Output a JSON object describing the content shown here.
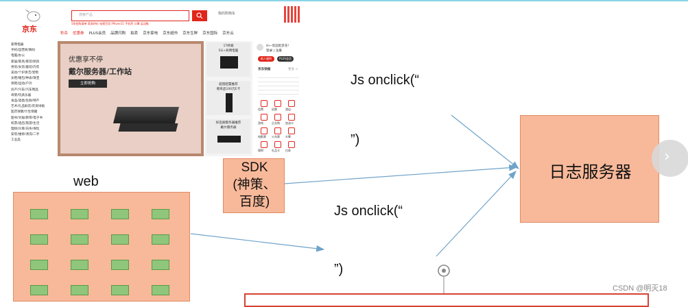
{
  "jd_screenshot": {
    "logo": "京东",
    "search_placeholder": "搜索产品",
    "cart_label": "我的购物车",
    "hot_words": "5折抢购清单  家具特价  电视百货  iPhone11  手机壳  口罩  运动鞋",
    "nav_items": [
      "秒杀",
      "优惠券",
      "PLUS会员",
      "品牌闪购",
      "拍卖",
      "京东家电",
      "京东超市",
      "京东生鲜",
      "京东国际",
      "京东云"
    ],
    "categories": [
      "家用电器",
      "手机/运营商/数码",
      "电脑/办公",
      "家居/家具/家装/厨具",
      "男装/女装/童装/内衣",
      "美妆/个护清洁/宠物",
      "女鞋/箱包/钟表/珠宝",
      "男鞋/运动/户外",
      "房产/汽车/汽车用品",
      "母婴/玩具乐器",
      "食品/酒类/生鲜/特产",
      "艺术/礼品鲜花/农资绿植",
      "医药保健/计生情趣",
      "图书/文娱/教育/电子书",
      "机票/酒店/旅游/生活",
      "理财/众筹/白条/保险",
      "安装/维修/清洗/二手",
      "工业品"
    ],
    "banner": {
      "title": "优惠享不停",
      "subtitle": "戴尔服务器/工作站",
      "button": "立即抢购"
    },
    "side_ads": [
      {
        "top": "1T终端",
        "bottom": "5G+商用电脑"
      },
      {
        "top": "超值配置推荐",
        "bottom": "赠单品100元E卡"
      },
      {
        "top": "好品质服务器推荐",
        "bottom": "戴尔服务器"
      }
    ],
    "user_panel": {
      "greeting": "Hi~欢迎逛京东!",
      "login": "登录 | 注册",
      "btn_new": "新人福利",
      "btn_plus": "PLUS会员",
      "news_title": "京东快报",
      "news_more": "更多 >"
    },
    "services": [
      "话费",
      "机票",
      "酒店",
      "游戏",
      "企业购",
      "加油卡",
      "电影票",
      "火车票",
      "众筹",
      "理财",
      "礼品卡",
      "白条"
    ]
  },
  "diagram": {
    "web_label": "web",
    "sdk_label_line1": "SDK",
    "sdk_label_line2": "(神策、",
    "sdk_label_line3": "百度)",
    "log_server_label": "日志服务器",
    "js_top_line1": "Js  onclick(“",
    "js_top_line2": "”)",
    "js_bottom_line1": "Js  onclick(“",
    "js_bottom_line2": "”)"
  },
  "watermark": "CSDN @明灭18",
  "next_button": "›",
  "colors": {
    "orange_fill": "#f8b99a",
    "green_cell": "#8fc67c",
    "arrow": "#6fa3c9",
    "jd_red": "#e1251b"
  }
}
